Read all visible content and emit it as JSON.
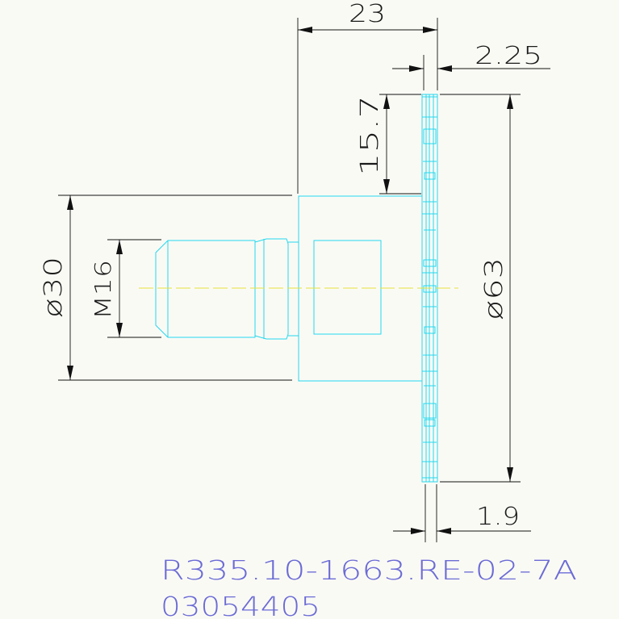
{
  "drawing": {
    "dimensions": {
      "length": "23",
      "blade_thickness": "2.25",
      "radial_depth": "15.7",
      "hub_diameter": "ø30",
      "thread": "M16",
      "outer_diameter": "ø63",
      "tip_width": "1.9"
    },
    "title_block": {
      "designation": "R335.10-1663.RE-02-7A",
      "order_number": "03054405"
    },
    "colors": {
      "part_outline": "#24d8ee",
      "dimension_lines": "#111111",
      "center_line": "#e8e23a",
      "designation_text": "#6b6bd6",
      "background": "#fafaf5"
    }
  }
}
